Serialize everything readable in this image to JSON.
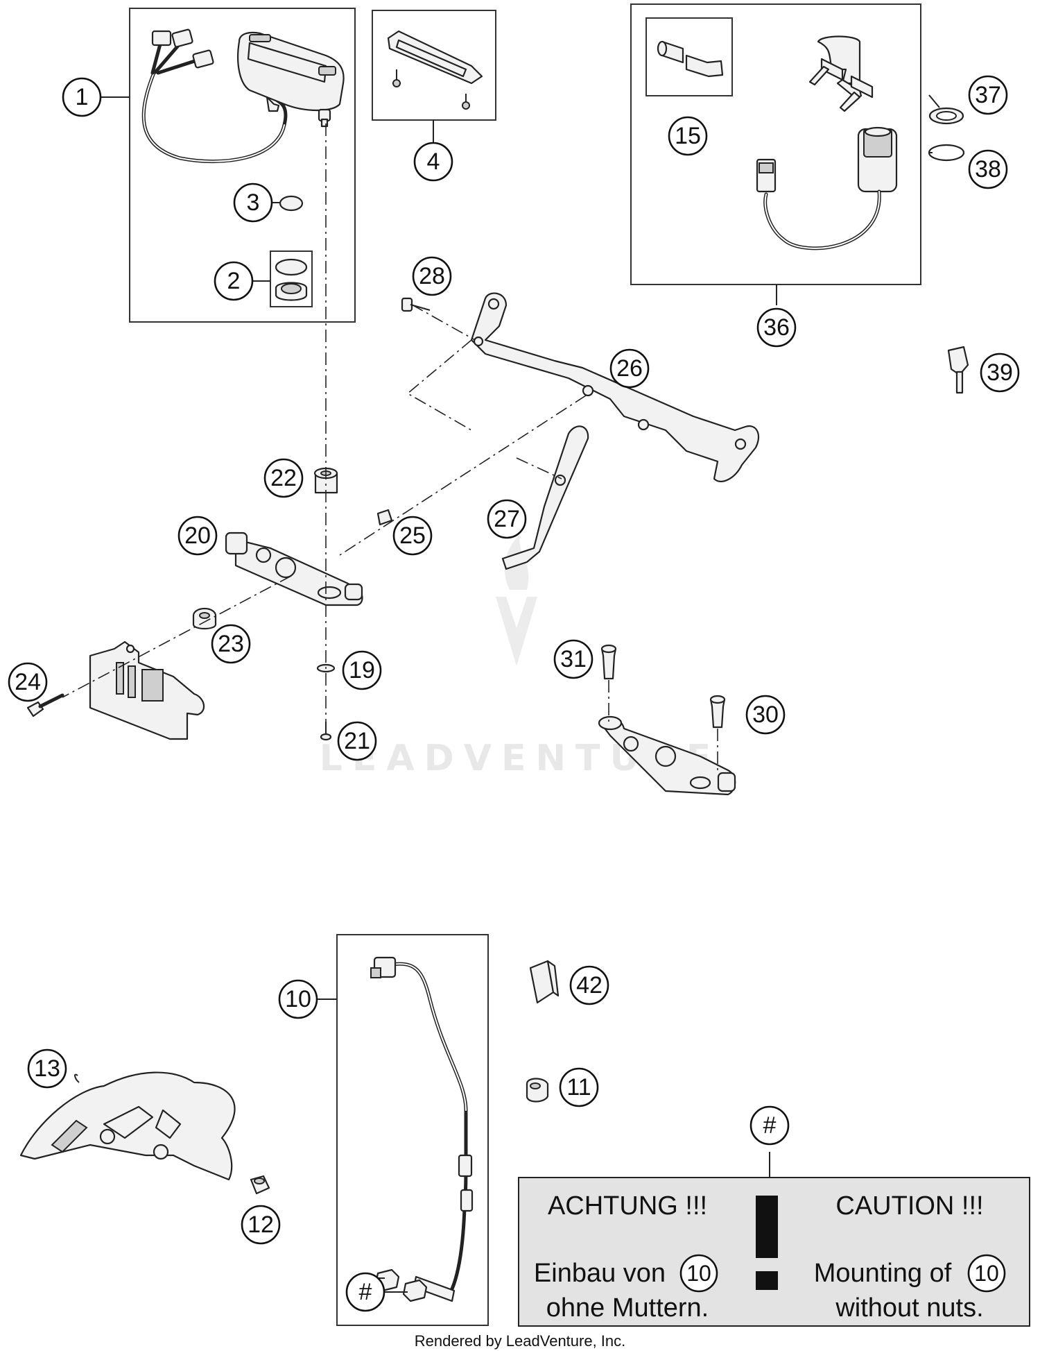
{
  "callouts": {
    "c1": "1",
    "c2": "2",
    "c3": "3",
    "c4": "4",
    "c10": "10",
    "c11": "11",
    "c12": "12",
    "c13": "13",
    "c15": "15",
    "c19": "19",
    "c20": "20",
    "c21": "21",
    "c22": "22",
    "c23": "23",
    "c24": "24",
    "c25": "25",
    "c26": "26",
    "c27": "27",
    "c28": "28",
    "c30": "30",
    "c31": "31",
    "c36": "36",
    "c37": "37",
    "c38": "38",
    "c39": "39",
    "c42": "42",
    "hash_top": "#",
    "hash_bottom": "#"
  },
  "warning": {
    "de_title": "ACHTUNG !!!",
    "de_line1": "Einbau von",
    "de_ref": "10",
    "de_line2": "ohne Muttern.",
    "en_title": "CAUTION !!!",
    "en_line1": "Mounting of",
    "en_ref": "10",
    "en_line2": "without nuts."
  },
  "watermark": "LEADVENTURE",
  "footer": "Rendered by LeadVenture, Inc."
}
